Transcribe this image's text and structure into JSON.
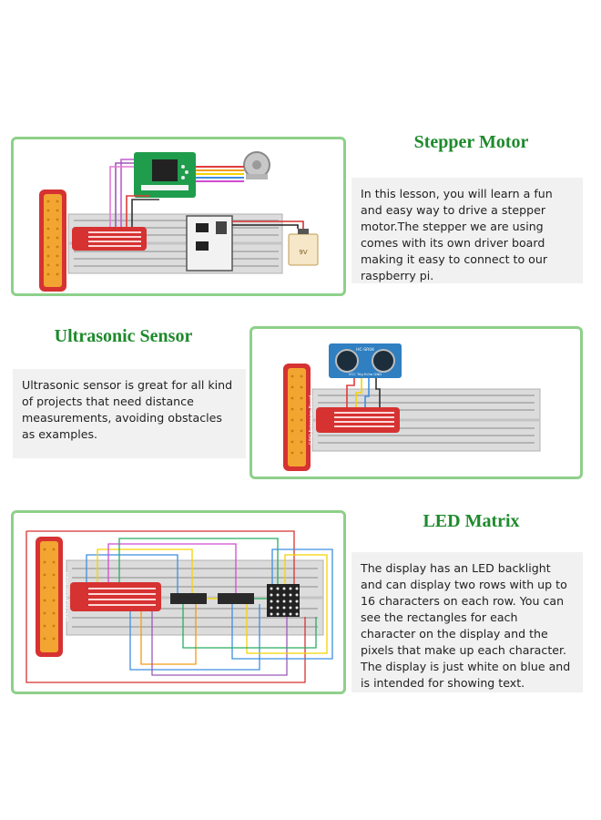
{
  "sections": [
    {
      "title": "Stepper Motor",
      "text": "In this lesson, you will learn a fun and easy way to drive a stepper motor.The stepper we are using comes with its own driver board making it easy to connect to our raspberry pi."
    },
    {
      "title": "Ultrasonic Sensor",
      "text": "Ultrasonic sensor is great for all kind of projects that need distance measurements, avoiding obstacles as examples."
    },
    {
      "title": "LED Matrix",
      "text": "The display has an LED backlight and can display two rows with up to 16 characters on each row. You can see the rectangles for each character on the display and the pixels that make up each character. The display is just white on blue and is intended for showing text."
    }
  ],
  "labels": {
    "gpio_board": "GPIO Extension Board",
    "battery": "9V",
    "sensor_model": "HC-SR04",
    "sensor_pins": "VCC Trig Echo GND"
  },
  "colors": {
    "accent_green": "#1e8a2c",
    "frame_green": "#8ed08a",
    "gpio_red": "#d63232",
    "gpio_orange": "#f2a531",
    "sensor_blue": "#2f7fc1"
  }
}
